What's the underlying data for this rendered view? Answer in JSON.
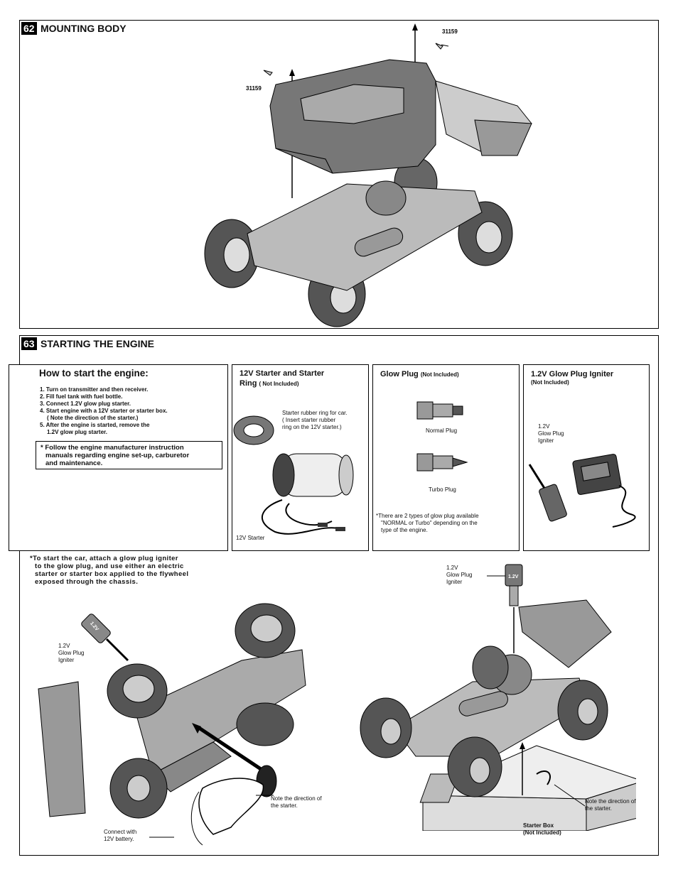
{
  "step62": {
    "number": "62",
    "title": "MOUNTING BODY",
    "part_left": "31159",
    "part_right": "31159"
  },
  "step63": {
    "number": "63",
    "title": "STARTING THE ENGINE",
    "howto": {
      "heading": "How to start the engine:",
      "steps": [
        "1. Turn on transmitter and then receiver.",
        "2. Fill fuel tank with fuel bottle.",
        "3. Connect 1.2V glow plug starter.",
        "4. Start engine with a 12V starter or starter box.",
        "( Note the direction of the starter.)",
        "5. After the engine is started, remove the",
        "1.2V glow plug starter."
      ],
      "note_lines": [
        "* Follow  the engine manufacturer instruction",
        "manuals regarding engine set-up, carburetor",
        "and  maintenance."
      ]
    },
    "starter": {
      "title_line1": "12V Starter and Starter",
      "title_line2": "Ring",
      "not_included": "( Not Included)",
      "ring_note": [
        "Starter rubber ring for car.",
        "( Insert starter rubber",
        "ring on the 12V starter.)"
      ],
      "label": "12V Starter"
    },
    "glow": {
      "title": "Glow Plug",
      "not_included": "(Not Included)",
      "normal": "Normal Plug",
      "turbo": "Turbo Plug",
      "note": [
        "*There are 2 types of glow plug available",
        "\"NORMAL or Turbo\" depending on the",
        "type of the engine."
      ]
    },
    "igniter": {
      "title": "1.2V Glow Plug Igniter",
      "not_included": "(Not Included)",
      "label": [
        "1.2V",
        "Glow Plug",
        "Igniter"
      ]
    },
    "bottom_note": [
      "*To start the car, attach a glow plug igniter",
      "to the glow plug, and use either an electric",
      "starter or starter box applied to the flywheel",
      "exposed through the chassis."
    ],
    "left_fig": {
      "igniter_label": [
        "1.2V",
        "Glow Plug",
        "Igniter"
      ],
      "igniter_text": "1.2V",
      "direction": [
        "Note the direction of",
        "the starter."
      ],
      "battery": [
        "Connect with",
        "12V battery."
      ]
    },
    "right_fig": {
      "igniter_label": [
        "1.2V",
        "Glow Plug",
        "Igniter"
      ],
      "igniter_text": "1.2V",
      "direction": [
        "Note the direction of",
        "the starter."
      ],
      "box": [
        "Starter Box",
        "(Not Included)"
      ]
    }
  }
}
